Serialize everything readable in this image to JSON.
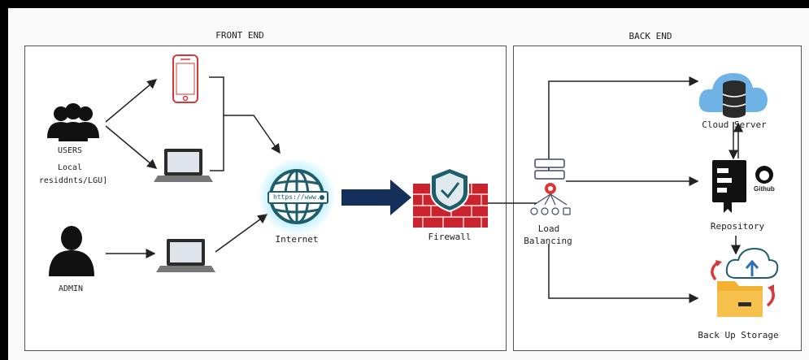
{
  "front_end": {
    "title": "FRONT END"
  },
  "back_end": {
    "title": "BACK END"
  },
  "users": {
    "title": "USERS",
    "line1": "Local",
    "line2": "residdnts/LGU]"
  },
  "admin": {
    "title": "ADMIN"
  },
  "internet": {
    "label": "Internet",
    "url_text": "https://www."
  },
  "firewall": {
    "label": "Firewall"
  },
  "load_balancing": {
    "line1": "Load",
    "line2": "Balancing"
  },
  "cloud_server": {
    "label": "Cloud Server"
  },
  "repository": {
    "label": "Repository",
    "github_text": "Github"
  },
  "backup": {
    "label": "Back Up Storage"
  },
  "colors": {
    "phone": "#d8383a",
    "globe": "#1f5d6b",
    "arrow": "#14305a",
    "firewall": "#c9232e",
    "cloud": "#6fb3e6",
    "folder": "#f2b233"
  }
}
